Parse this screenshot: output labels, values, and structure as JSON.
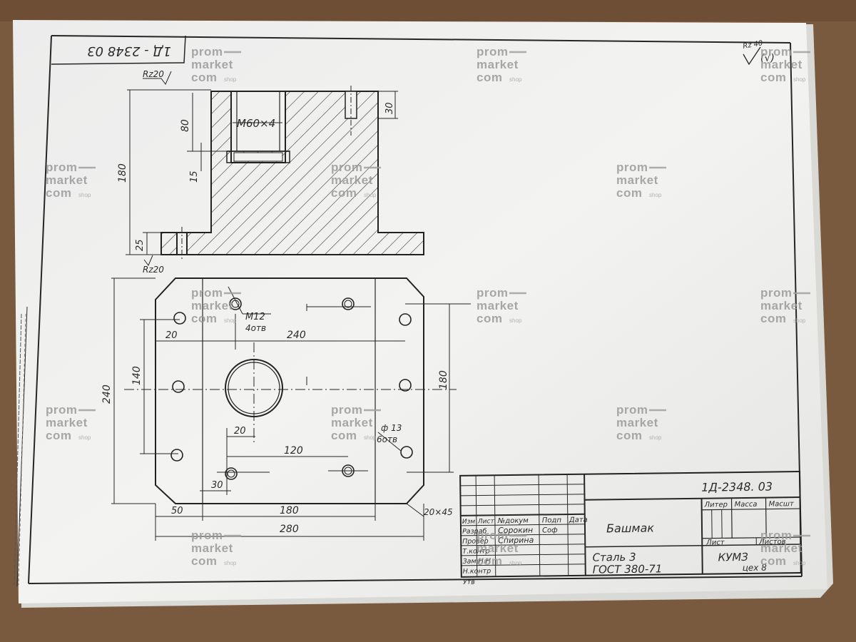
{
  "drawing": {
    "doc_number_top": "1Д - 2348 03",
    "doc_number_stamp": "1Д-2348. 03",
    "part_name": "Башмак",
    "material_line1": "Сталь 3",
    "material_line2": "ГОСТ 380-71",
    "company": "КУМЗ",
    "workshop": "цех 8"
  },
  "roughness": {
    "corner": "Rz 40",
    "corner_paren": "(√)",
    "top": "Rz20",
    "bottom": "Rz20"
  },
  "section_view": {
    "thread_label": "М60×4",
    "dims": {
      "height_total": "180",
      "thread_depth": "80",
      "groove": "15",
      "flange": "25",
      "slot_depth": "30"
    }
  },
  "plan_view": {
    "thread_holes_label": "М12",
    "thread_holes_count": "4отв",
    "drill_holes_label": "ф 13",
    "drill_holes_count": "6отв",
    "dims": {
      "width_total": "280",
      "width_mid": "180",
      "left_offset": "50",
      "chamfer": "20×45",
      "top_span": "240",
      "top_edge": "20",
      "height_total": "240",
      "height_inner": "140",
      "right_height": "180",
      "bottom_inner": "20",
      "bottom_span": "120",
      "bottom_edge": "30"
    }
  },
  "title_block": {
    "rows": [
      "Изм",
      "Разраб",
      "Провер",
      "Т.контр",
      "Зам.Н.Н",
      "Н.контр",
      "Утв"
    ],
    "row_first_extra": "Лист",
    "col_headers": [
      "№докум",
      "Подп",
      "Дата"
    ],
    "names": [
      "Сорокин",
      "Спирина"
    ],
    "signature": "Соф",
    "litera": "Литер",
    "mass": "Масса",
    "scale": "Масшт",
    "sheet": "Лист",
    "sheets": "Листов"
  },
  "watermark": {
    "word1": "prom",
    "word2": "market",
    "word3": "com",
    "suffix": "shop"
  }
}
